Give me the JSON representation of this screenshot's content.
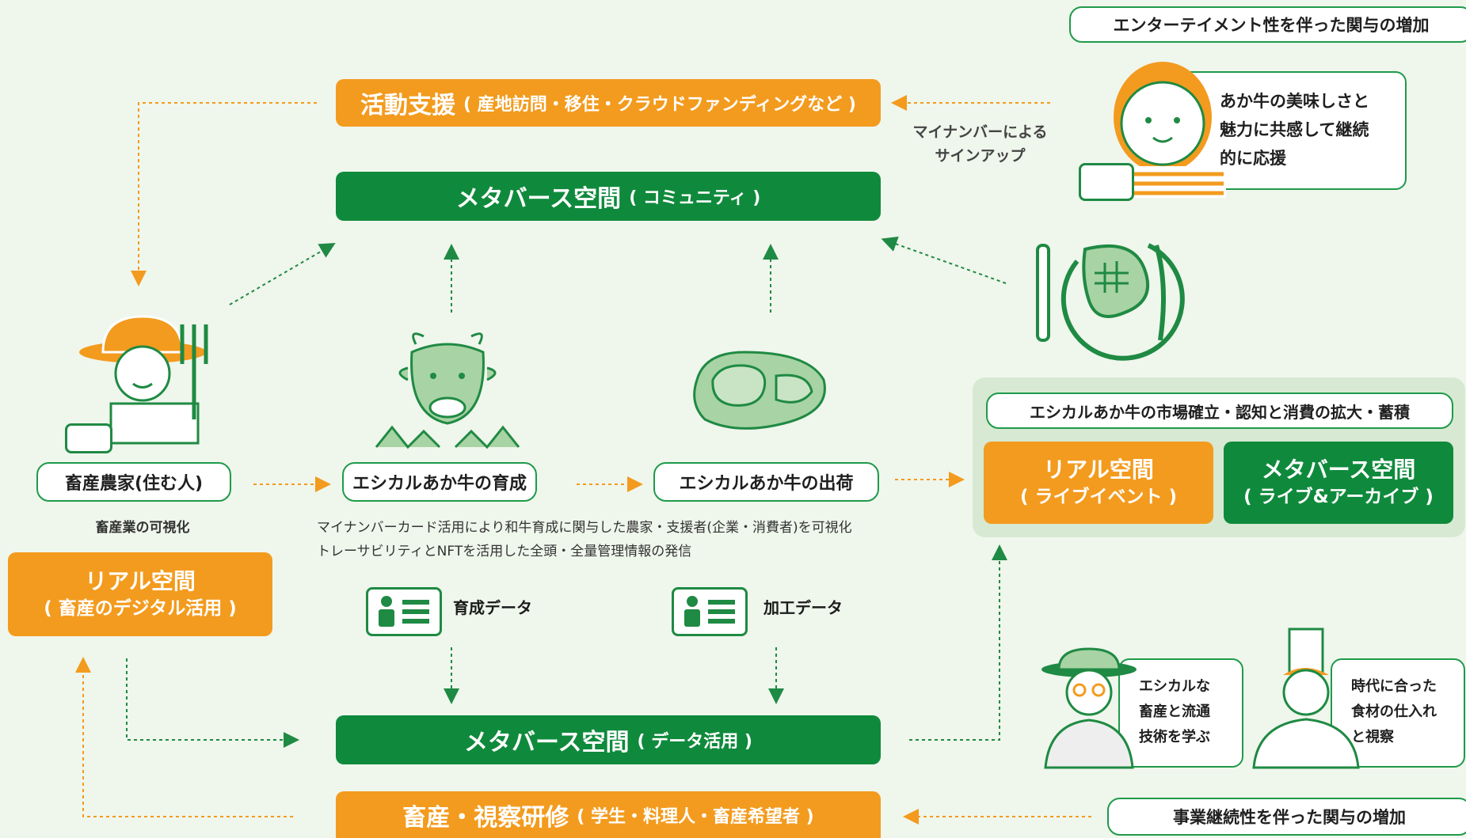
{
  "top_bar": {
    "main": "活動支援",
    "sub": "( 産地訪問・移住・クラウドファンディングなど )"
  },
  "meta_community": {
    "main": "メタバース空間",
    "sub": "( コミュニティ )"
  },
  "meta_data": {
    "main": "メタバース空間",
    "sub": "( データ活用 )"
  },
  "bottom_bar": {
    "main": "畜産・視察研修",
    "sub": "( 学生・料理人・畜産希望者 )"
  },
  "sign_up_note": [
    "マイナンバーによる",
    "サインアップ"
  ],
  "ent_pill": "エンターテイメント性を伴った関与の増加",
  "biz_pill": "事業継続性を伴った関与の増加",
  "consumer_bubble": [
    "あか牛の美味しさと",
    "魅力に共感して継続",
    "的に応援"
  ],
  "farmer_pill": "畜産農家(住む人)",
  "raising_pill": "エシカルあか牛の育成",
  "shipping_pill": "エシカルあか牛の出荷",
  "visualize_note": "畜産業の可視化",
  "real_left": {
    "l1": "リアル空間",
    "l2": "( 畜産のデジタル活用 )"
  },
  "middle_notes": [
    "マイナンバーカード活用により和牛育成に関与した農家・支援者(企業・消費者)を可視化",
    "トレーサビリティとNFTを活用した全頭・全量管理情報の発信"
  ],
  "data_labels": {
    "raising": "育成データ",
    "processing": "加工データ"
  },
  "market_panel": {
    "title": "エシカルあか牛の市場確立・認知と消費の拡大・蓄積",
    "real": {
      "l1": "リアル空間",
      "l2": "( ライブイベント )"
    },
    "meta": {
      "l1": "メタバース空間",
      "l2": "( ライブ&アーカイブ )"
    }
  },
  "student_bubble": [
    "エシカルな",
    "畜産と流通",
    "技術を学ぶ"
  ],
  "chef_bubble": [
    "時代に合った",
    "食材の仕入れ",
    "と視察"
  ],
  "colors": {
    "orange": "#f39b1e",
    "green": "#0f8a3c",
    "bg": "#eff6ec",
    "panel": "#d7e9d2"
  }
}
